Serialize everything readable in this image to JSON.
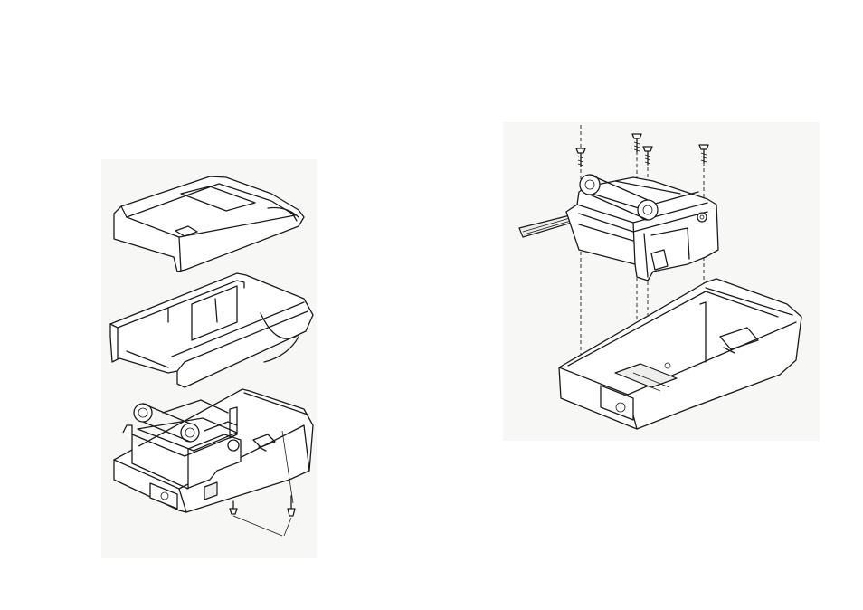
{
  "figure": {
    "left_panel_label": "",
    "right_panel_label": "",
    "left_panel": {
      "parts": [
        "top-cover",
        "middle-housing",
        "mechanism-on-base",
        "base-screws"
      ]
    },
    "right_panel": {
      "parts": [
        "printer-mechanism",
        "mounting-screws",
        "ribbon-cable",
        "base-tray"
      ],
      "screw_count": 4
    }
  }
}
